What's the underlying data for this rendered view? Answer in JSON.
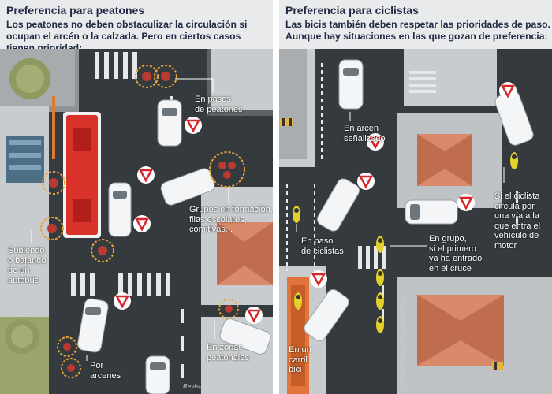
{
  "left_panel": {
    "title": "Preferencia para peatones",
    "description": "Los peatones no deben obstaculizar la circulación si ocupan el arcén o la calzada. Pero en ciertos casos tienen prioridad:",
    "labels": {
      "crosswalks": "En pasos\nde peatones",
      "groups": "Grupos en formación,\nfilas escolares,\ncomitivas...",
      "bus": "Subiendo\no bajando\nde un\nautobús",
      "pedestrian_zones": "En zonas\npeatonales",
      "shoulders": "Por\narcenes"
    },
    "credit": "RevistaTráfico y Seguridad Vial"
  },
  "right_panel": {
    "title": "Preferencia para ciclistas",
    "description": "Las bicis también deben respetar las prioridades de paso. Aunque hay situaciones en las que gozan de preferencia:",
    "labels": {
      "marked_shoulder": "En arcén\nseñalizado",
      "cyclist_crossing": "En paso\nde ciclistas",
      "group": "En grupo,\nsi el primero\nya ha entrado\nen el cruce",
      "bike_lane_turn": "Si el ciclista\ncircula por\nuna vía a la\nque entra el\nvehículo de\nmotor",
      "bike_lane": "En un\ncarril\nbici"
    },
    "credit": "RevistaTráfico y Seguridad Vial"
  },
  "colors": {
    "road": "#353a3e",
    "sidewalk": "#c9ccce",
    "grass": "#9aa56b",
    "bus_red": "#d9322b",
    "bike_lane": "#e0743a",
    "building_roof": "#d98a6a",
    "yield_red": "#d8262b"
  }
}
